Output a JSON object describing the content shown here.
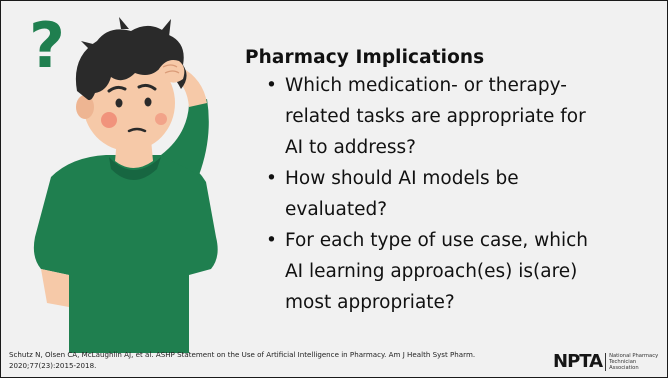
{
  "slide": {
    "title": "Pharmacy Implications",
    "bullets": [
      {
        "line1": "Which medication- or therapy-",
        "line2": "related tasks are appropriate for",
        "line3": "AI to address?"
      },
      {
        "line1": "How should AI models be",
        "line2": "evaluated?"
      },
      {
        "line1": "For each type of use case, which",
        "line2": "AI learning approach(es) is(are)",
        "line3": "most appropriate?"
      }
    ],
    "bullet_glyph": "•",
    "citation_line1": "Schutz N, Olsen CA, McLaughlin AJ, et al. ASHP Statement on the Use of Artificial Intelligence in Pharmacy. Am J Health Syst Pharm.",
    "citation_line2": "2020;77(23):2015-2018.",
    "logo": {
      "mark": "NPTA",
      "text_line1": "National Pharmacy",
      "text_line2": "Technician Association"
    }
  },
  "illustration": {
    "question_mark": "?",
    "colors": {
      "question_mark": "#1f7f4f",
      "hair": "#2a2a2a",
      "skin": "#f6c9a8",
      "shirt": "#1f7f4f",
      "blush": "#f08a74"
    }
  },
  "colors": {
    "background": "#f1f1f1",
    "text": "#111111"
  }
}
